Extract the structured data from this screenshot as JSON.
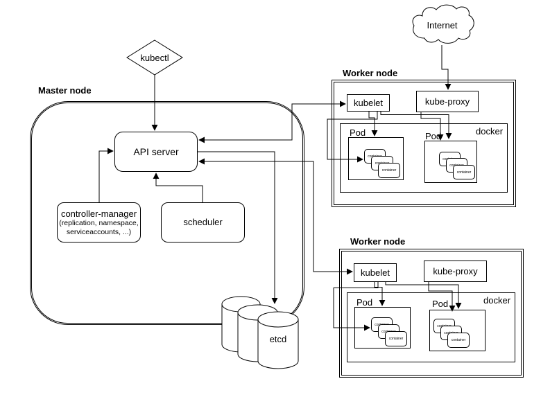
{
  "kubectl": {
    "label": "kubectl"
  },
  "internet": {
    "label": "Internet"
  },
  "master": {
    "label": "Master node",
    "api_server": {
      "label": "API server"
    },
    "controller_manager": {
      "label": "controller-manager",
      "sub1": "(replication, namespace,",
      "sub2": "serviceaccounts, ...)"
    },
    "scheduler": {
      "label": "scheduler"
    },
    "etcd": {
      "label": "etcd"
    }
  },
  "workers": [
    {
      "label": "Worker node",
      "kubelet": "kubelet",
      "kube_proxy": "kube-proxy",
      "docker": "docker",
      "pods": [
        {
          "label": "Pod",
          "containers": [
            "container",
            "container",
            "container"
          ]
        },
        {
          "label": "Pod",
          "containers": [
            "container",
            "container",
            "container"
          ]
        }
      ]
    },
    {
      "label": "Worker node",
      "kubelet": "kubelet",
      "kube_proxy": "kube-proxy",
      "docker": "docker",
      "pods": [
        {
          "label": "Pod",
          "containers": [
            "container",
            "container",
            "container"
          ]
        },
        {
          "label": "Pod",
          "containers": [
            "container",
            "container",
            "container"
          ]
        }
      ]
    }
  ],
  "colors": {
    "stroke": "#000000",
    "background": "#ffffff"
  }
}
